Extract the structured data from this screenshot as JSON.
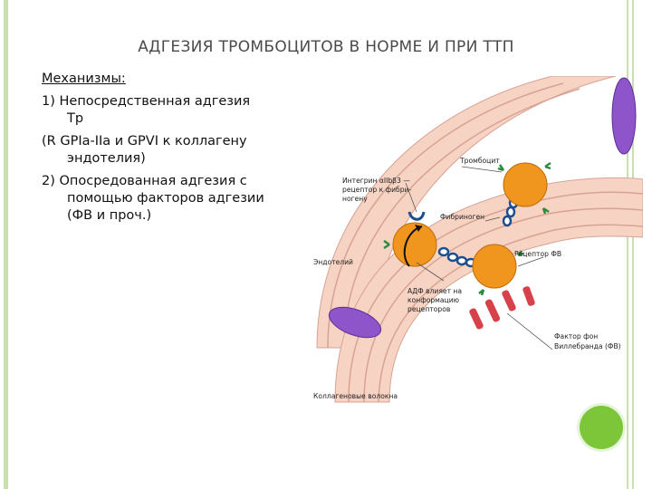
{
  "slide": {
    "title": "АДГЕЗИЯ ТРОМБОЦИТОВ В НОРМЕ И ПРИ ТТП",
    "heading": "Механизмы:",
    "point1_line1": "1)  Непосредственная адгезия",
    "point1_line2": "Тр",
    "point1_line3": " (R GPIa-IIa  и GPVI к коллагену",
    "point1_line4": "эндотелия)",
    "point2_line1": "2) Опосредованная адгезия с",
    "point2_line2": "помощью факторов адгезии",
    "point2_line3": "(ФВ и проч.)"
  },
  "diagram": {
    "labels": {
      "integrin_1": "Интегрин αIIbβ3 —",
      "integrin_2": "рецептор к фибри-",
      "integrin_3": "ногену",
      "thrombocyte": "Тромбоцит",
      "fibrinogen": "Фибриноген",
      "endothelium": "Эндотелий",
      "fv_receptor": "Рецептор ФВ",
      "adp_1": "АДФ влияет на",
      "adp_2": "конформацию",
      "adp_3": "рецепторов",
      "vwf_1": "Фактор фон",
      "vwf_2": "Виллебранда (ФВ)",
      "collagen": "Коллагеновые волокна"
    },
    "colors": {
      "platelet": "#f0961e",
      "vessel": "#f6d3c2",
      "vessel_stripe": "#d7a394",
      "cell": "#8d55c9",
      "receptor_chain": "#1f4e8f",
      "receptor_arm": "#2e8b3e",
      "vwf": "#d6414a"
    }
  },
  "decor": {
    "accent_dot_color": "#7dc639"
  }
}
